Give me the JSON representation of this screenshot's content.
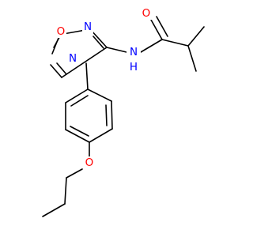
{
  "molecule": {
    "atom_labels": {
      "o_ring": "O",
      "n_ring_top": "N",
      "n_ring_left": "N",
      "nh": "N",
      "h": "H",
      "o_carbonyl": "O",
      "o_ether": "O"
    },
    "colors": {
      "bond": "#000000",
      "oxygen": "#ff0000",
      "nitrogen": "#0000ff"
    }
  }
}
